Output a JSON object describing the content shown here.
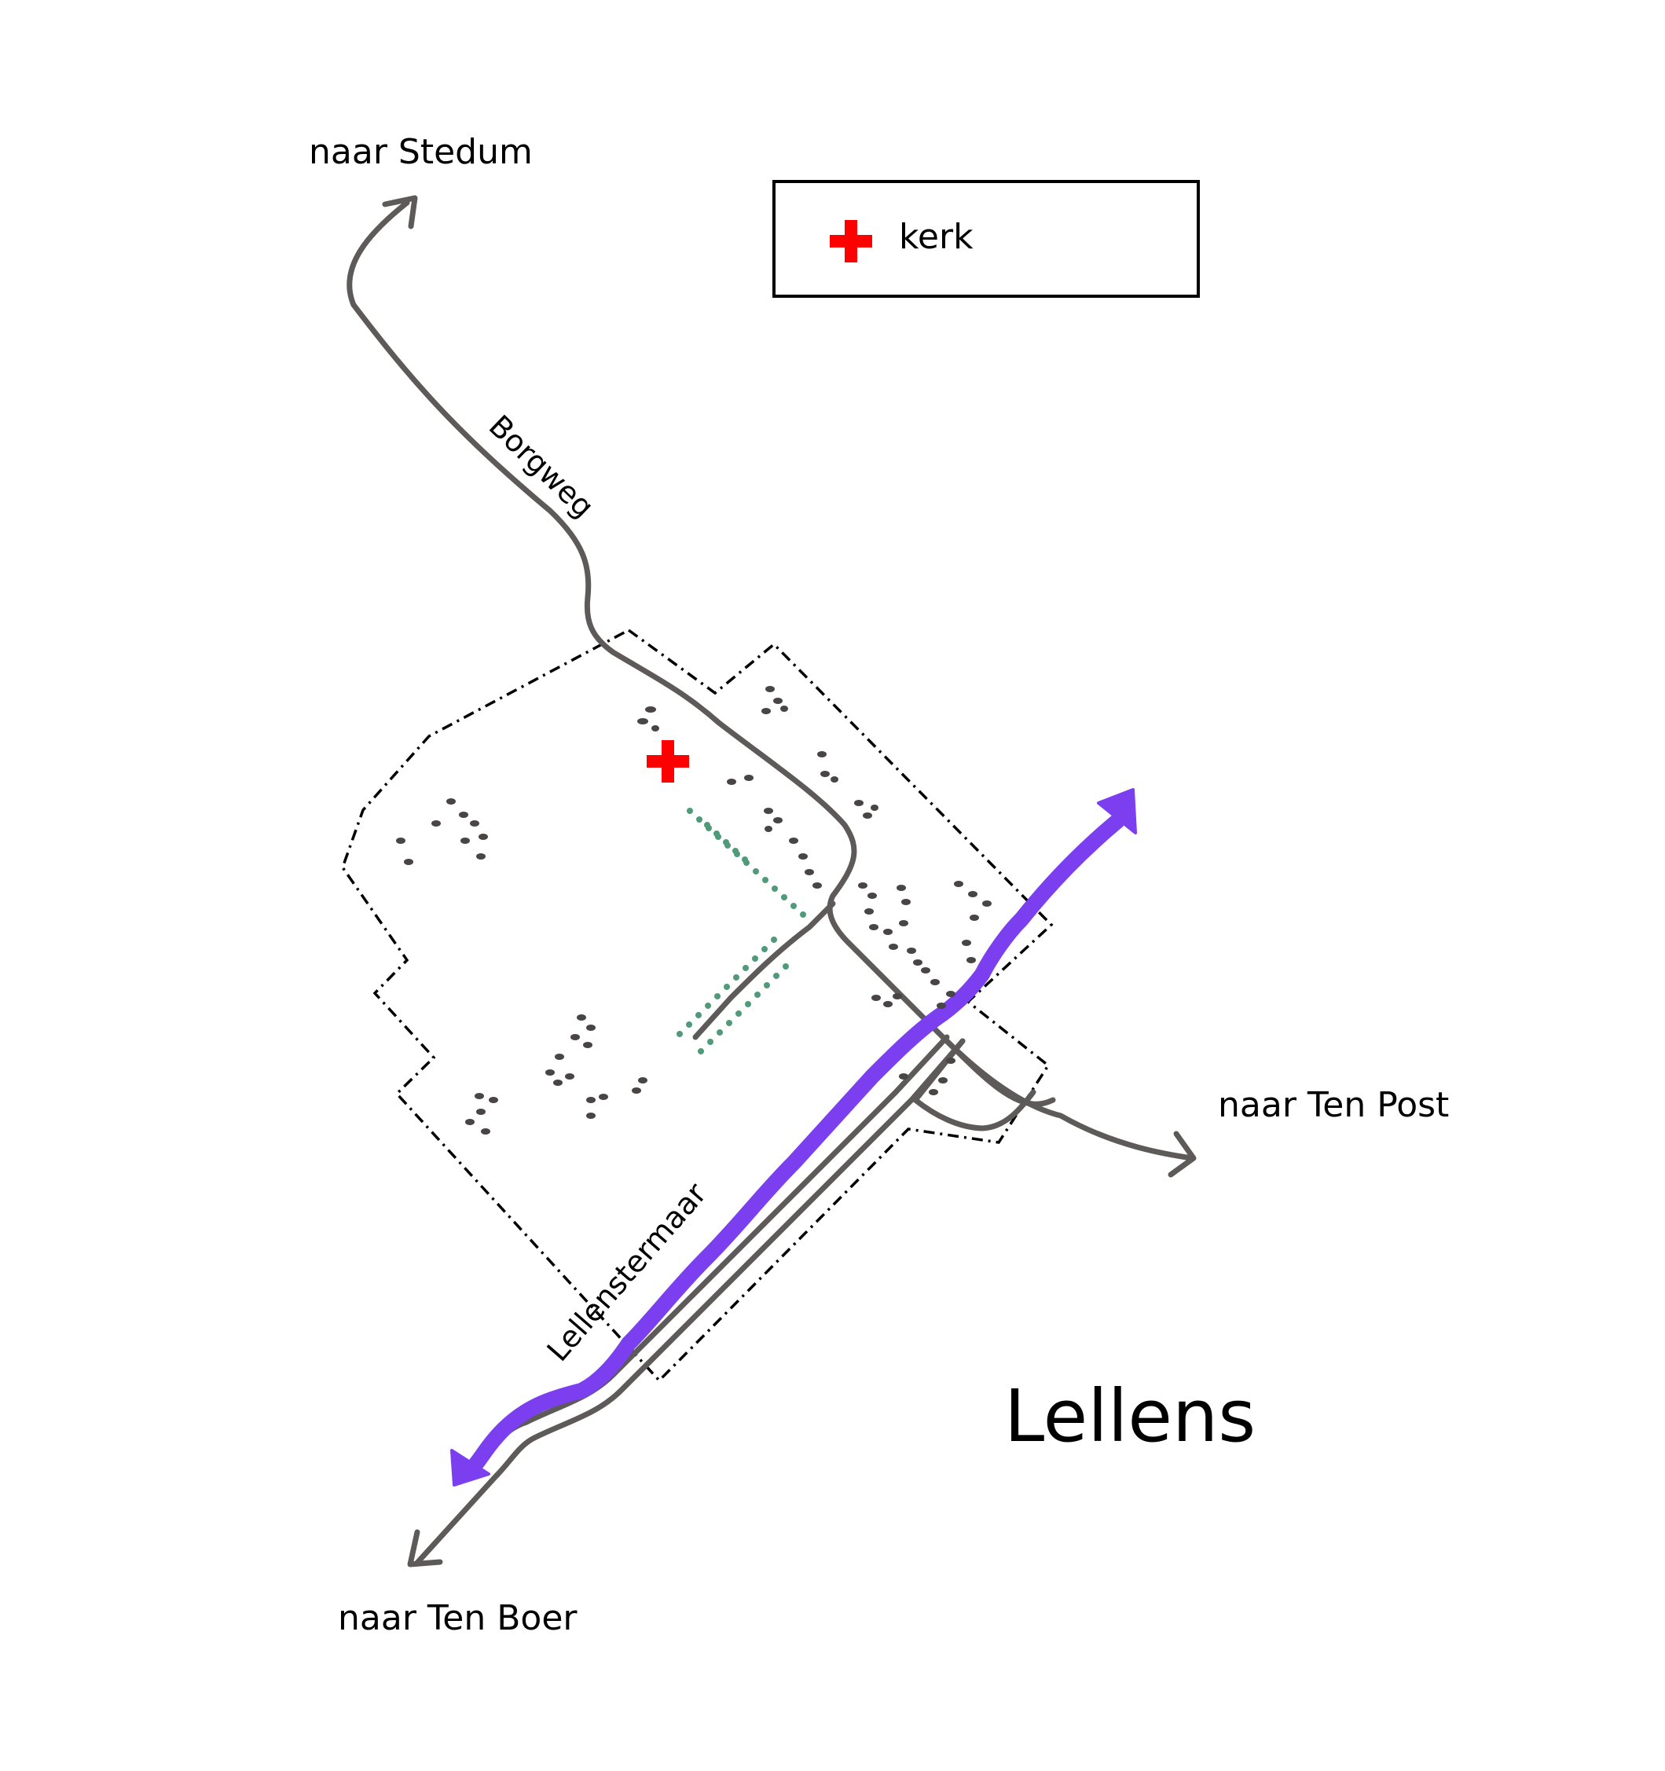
{
  "map": {
    "title": "Lellens",
    "legend": {
      "items": [
        {
          "symbol": "red-cross",
          "label": "kerk"
        }
      ]
    },
    "destinations": {
      "stedum": "naar Stedum",
      "ten_post": "naar Ten Post",
      "ten_boer": "naar Ten Boer"
    },
    "streets": {
      "borgweg": "Borgweg",
      "canal": "Lellenstermaar"
    }
  },
  "colors": {
    "road": "#5f5a5a",
    "canal": "#7b3ff0",
    "church": "#ff0000",
    "boundary": "#000000",
    "tree_dots": "#4f9a78",
    "building_dots": "#4a4545"
  }
}
